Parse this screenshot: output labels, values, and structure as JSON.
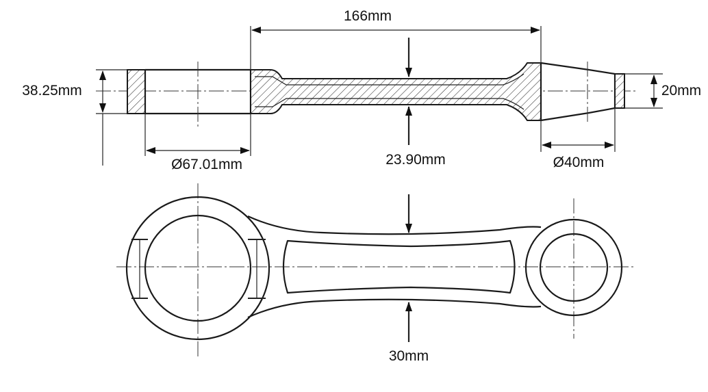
{
  "dimensions": {
    "length": "166mm",
    "big_end_width": "38.25mm",
    "big_end_bore": "Ø67.01mm",
    "beam_thickness": "23.90mm",
    "small_end_bore": "Ø40mm",
    "small_end_width": "20mm",
    "beam_width": "30mm"
  }
}
